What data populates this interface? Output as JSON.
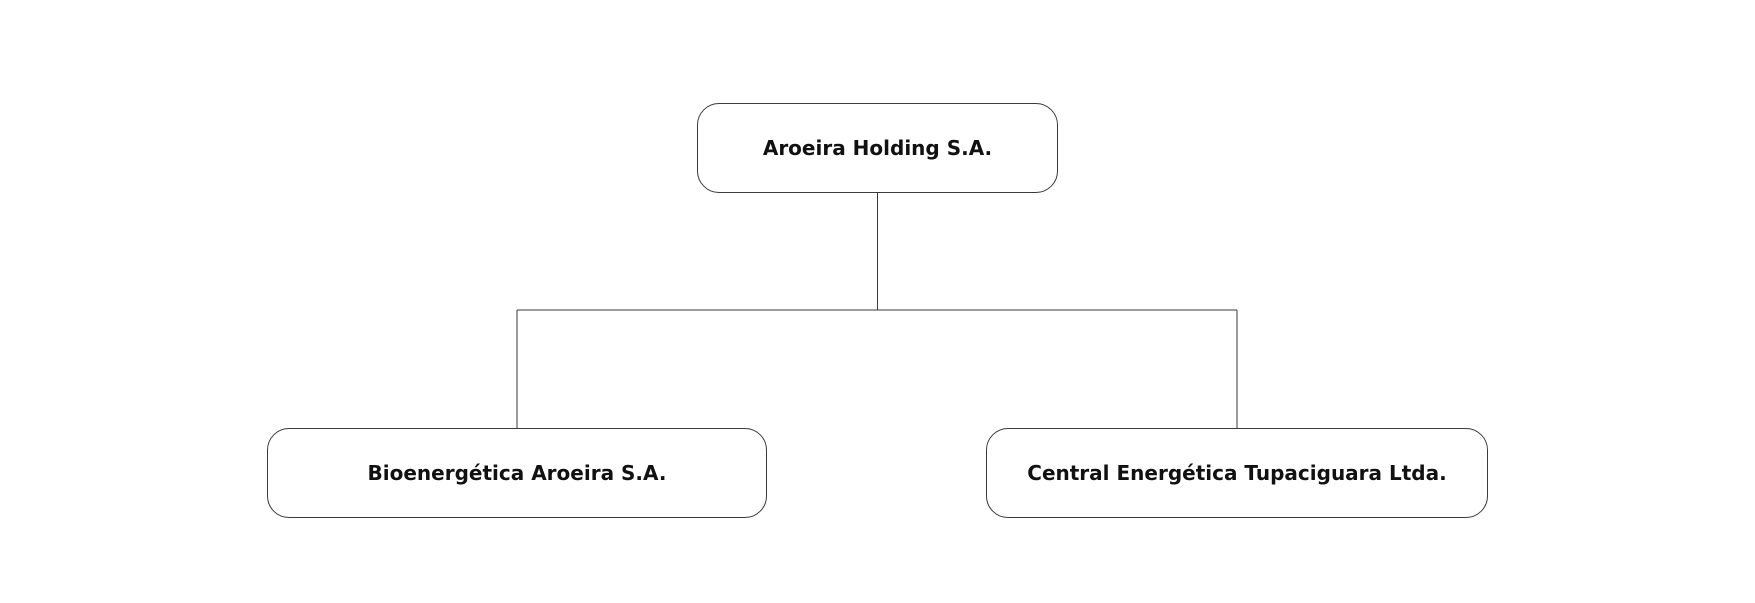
{
  "chart": {
    "root": {
      "label": "Aroeira Holding S.A."
    },
    "children": [
      {
        "label": "Bioenergética Aroeira S.A."
      },
      {
        "label": "Central Energética Tupaciguara Ltda."
      }
    ]
  },
  "colors": {
    "border": "#3a3a3a",
    "text": "#111111",
    "background": "#ffffff"
  }
}
